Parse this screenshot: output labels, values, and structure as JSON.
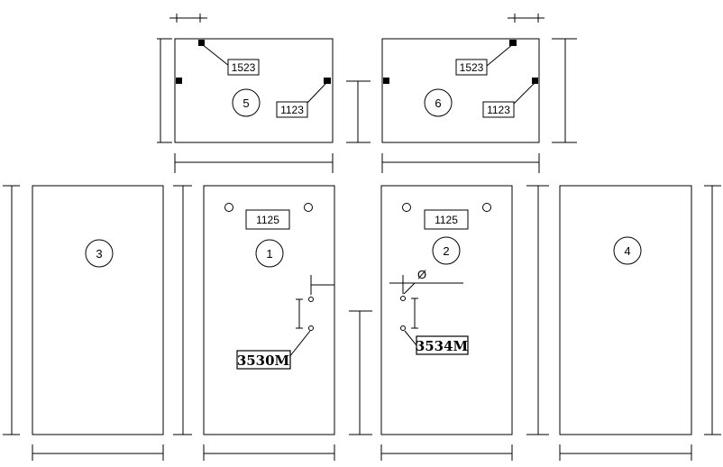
{
  "drawing": {
    "panels": [
      {
        "id": "1",
        "number": "1"
      },
      {
        "id": "2",
        "number": "2"
      },
      {
        "id": "3",
        "number": "3"
      },
      {
        "id": "4",
        "number": "4"
      },
      {
        "id": "5",
        "number": "5"
      },
      {
        "id": "6",
        "number": "6"
      }
    ],
    "labels": {
      "panel5_upper": "1523",
      "panel5_lower": "1123",
      "panel6_upper": "1523",
      "panel6_lower": "1123",
      "panel1_top": "1125",
      "panel2_top": "1125",
      "panel1_part": "3530M",
      "panel2_part": "3534M",
      "diameter_symbol": "Ø"
    }
  }
}
